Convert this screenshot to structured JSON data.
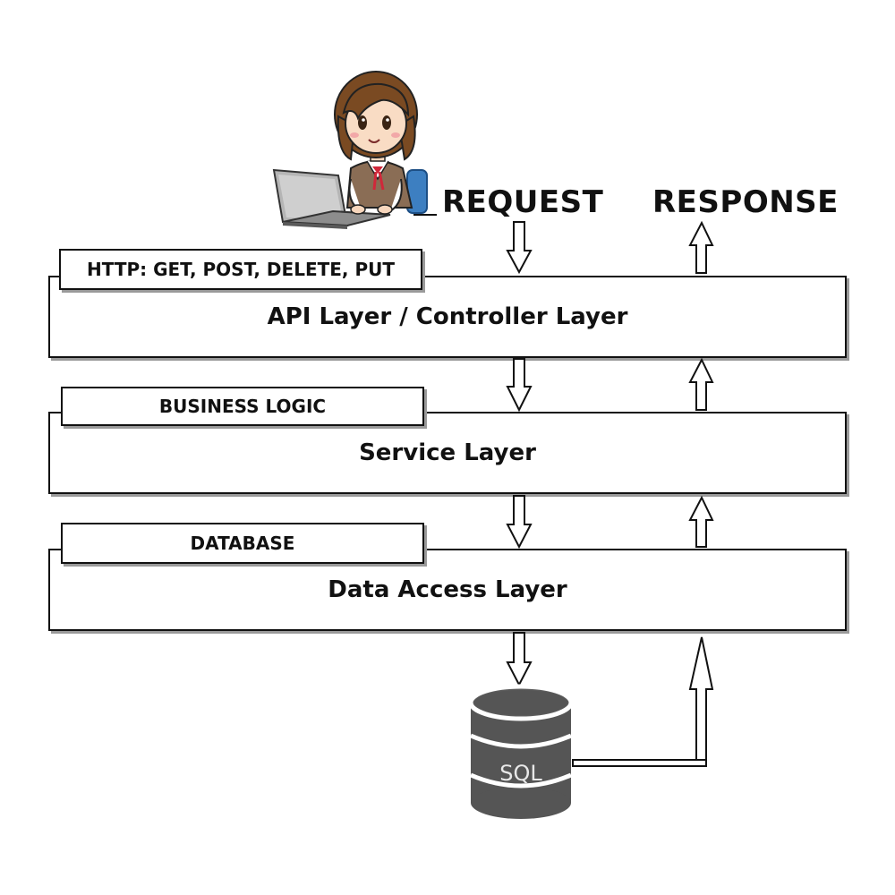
{
  "flow": {
    "request_label": "REQUEST",
    "response_label": "RESPONSE"
  },
  "layers": [
    {
      "tab": "HTTP: GET, POST, DELETE, PUT",
      "title": "API Layer / Controller Layer"
    },
    {
      "tab": "BUSINESS LOGIC",
      "title": "Service Layer"
    },
    {
      "tab": "DATABASE",
      "title": "Data Access Layer"
    }
  ],
  "database": {
    "label": "SQL",
    "icon": "database-cylinder-icon"
  },
  "user": {
    "icon": "woman-with-laptop-icon"
  },
  "colors": {
    "line": "#111111",
    "shadow": "#9a9a9a",
    "db": "#555555"
  }
}
